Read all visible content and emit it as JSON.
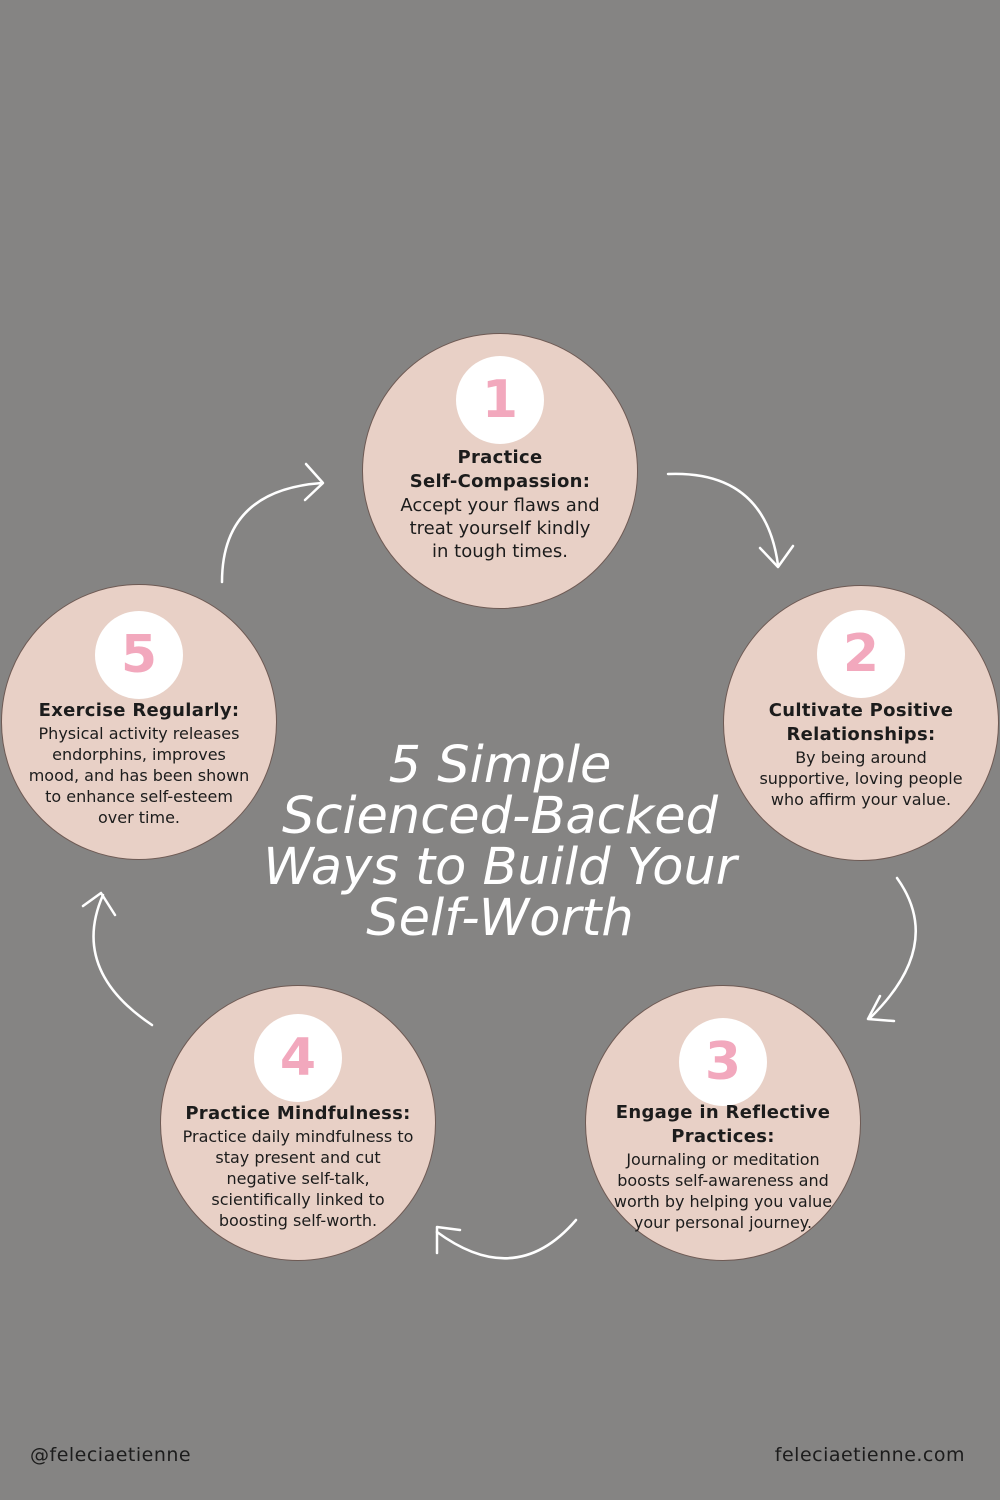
{
  "title_lines": [
    "5 Simple",
    "Scienced-Backed",
    "Ways to Build Your",
    "Self-Worth"
  ],
  "steps": [
    {
      "number": "1",
      "title": [
        "Practice",
        "Self-Compassion:"
      ],
      "desc": [
        "Accept your flaws and",
        "treat yourself kindly",
        "in tough times."
      ]
    },
    {
      "number": "2",
      "title": [
        "Cultivate Positive",
        "Relationships:"
      ],
      "desc": [
        "By being around",
        "supportive, loving people",
        "who affirm your value."
      ]
    },
    {
      "number": "3",
      "title": [
        "Engage in Reflective",
        "Practices:"
      ],
      "desc": [
        "Journaling or meditation",
        "boosts self-awareness and",
        "worth by helping you value",
        "your personal journey."
      ]
    },
    {
      "number": "4",
      "title": [
        "Practice Mindfulness:"
      ],
      "desc": [
        "Practice daily mindfulness to",
        "stay present and cut",
        "negative self-talk,",
        "scientifically linked to",
        "boosting self-worth."
      ]
    },
    {
      "number": "5",
      "title": [
        "Exercise Regularly:"
      ],
      "desc": [
        "Physical activity releases",
        "endorphins, improves",
        "mood, and has been shown",
        "to enhance self-esteem",
        "over time."
      ]
    }
  ],
  "footer": {
    "handle": "@feleciaetienne",
    "website": "feleciaetienne.com"
  },
  "colors": {
    "background": "#858483",
    "circle": "#e8d0c6",
    "number": "#f2a8bd",
    "arrow": "#ffffff"
  }
}
